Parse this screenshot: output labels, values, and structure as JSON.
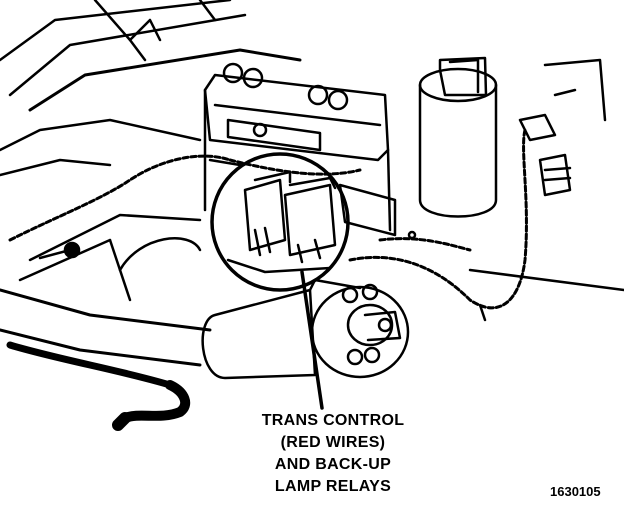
{
  "callout": {
    "line1": "TRANS CONTROL",
    "line2": "(RED WIRES)",
    "line3": "AND BACK-UP",
    "line4": "LAMP RELAYS"
  },
  "figure_id": "1630105"
}
